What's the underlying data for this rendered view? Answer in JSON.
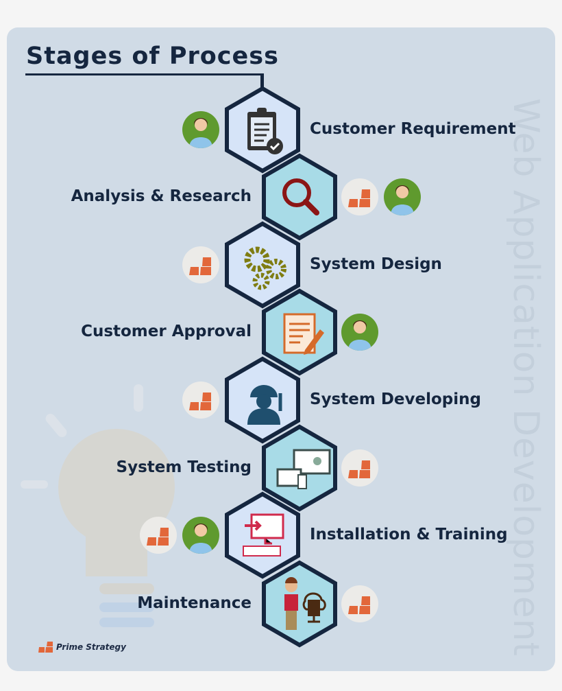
{
  "title": "Stages of Process",
  "watermark": "Web Application Development",
  "brand": "Prime Strategy",
  "colors": {
    "navy": "#15263f",
    "hex_light": "#d6e4f8",
    "hex_cyan": "#a8dbe7",
    "person_bg": "#5f9a2e",
    "logo_orange": "#e2673a"
  },
  "stages": [
    {
      "label": "Customer Requirement",
      "icon": "clipboard-check-icon",
      "actors": [
        "customer"
      ]
    },
    {
      "label": "Analysis & Research",
      "icon": "magnifier-icon",
      "actors": [
        "prime-strategy",
        "customer"
      ]
    },
    {
      "label": "System Design",
      "icon": "gears-icon",
      "actors": [
        "prime-strategy"
      ]
    },
    {
      "label": "Customer Approval",
      "icon": "document-pencil-icon",
      "actors": [
        "customer"
      ]
    },
    {
      "label": "System Developing",
      "icon": "worker-wrench-icon",
      "actors": [
        "prime-strategy"
      ]
    },
    {
      "label": "System Testing",
      "icon": "devices-icon",
      "actors": [
        "prime-strategy"
      ]
    },
    {
      "label": "Installation & Training",
      "icon": "computer-keyboard-icon",
      "actors": [
        "prime-strategy",
        "customer"
      ]
    },
    {
      "label": "Maintenance",
      "icon": "person-cloud-server-icon",
      "actors": [
        "prime-strategy"
      ]
    }
  ]
}
